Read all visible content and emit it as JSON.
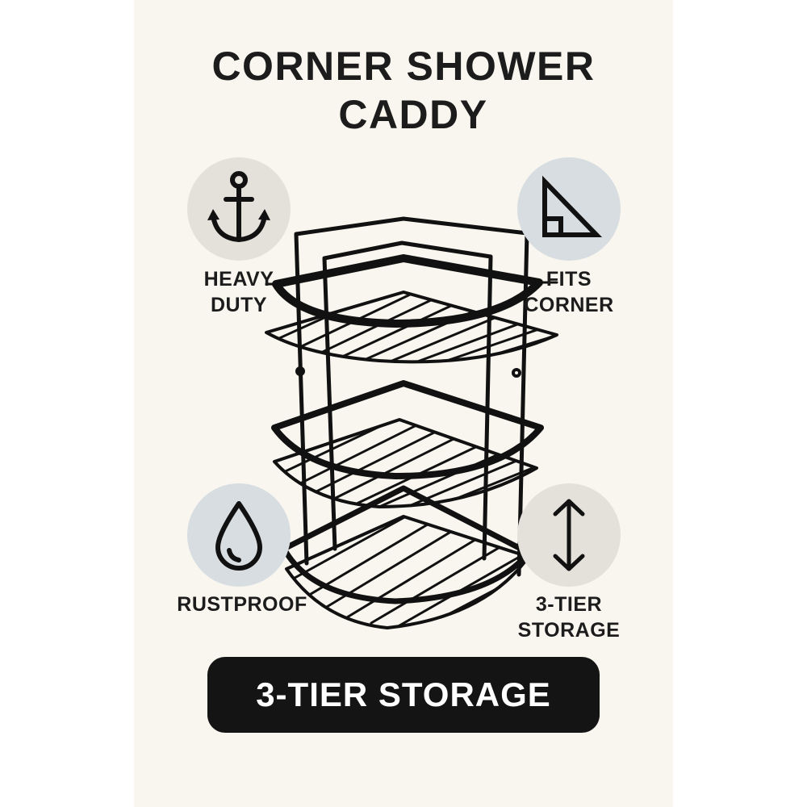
{
  "title": {
    "line1": "CORNER SHOWER",
    "line2": "CADDY"
  },
  "features": [
    {
      "icon": "anchor-icon",
      "label_line1": "HEAVY",
      "label_line2": "DUTY",
      "circle_color": "#e4e1da"
    },
    {
      "icon": "triangle-ruler-icon",
      "label_line1": "FITS",
      "label_line2": "CORNER",
      "circle_color": "#d7dde0"
    },
    {
      "icon": "water-drop-icon",
      "label_line1": "RUSTPROOF",
      "label_line2": "",
      "circle_color": "#d7dde0"
    },
    {
      "icon": "vertical-arrow-icon",
      "label_line1": "3-TIER",
      "label_line2": "STORAGE",
      "circle_color": "#e4e1da"
    }
  ],
  "product_image": "corner-shower-caddy-illustration",
  "cta": {
    "label": "3-TIER STORAGE"
  },
  "colors": {
    "background": "#f9f6ef",
    "ink": "#1c1c1c",
    "cta_background": "#141414",
    "cta_text": "#ffffff"
  }
}
